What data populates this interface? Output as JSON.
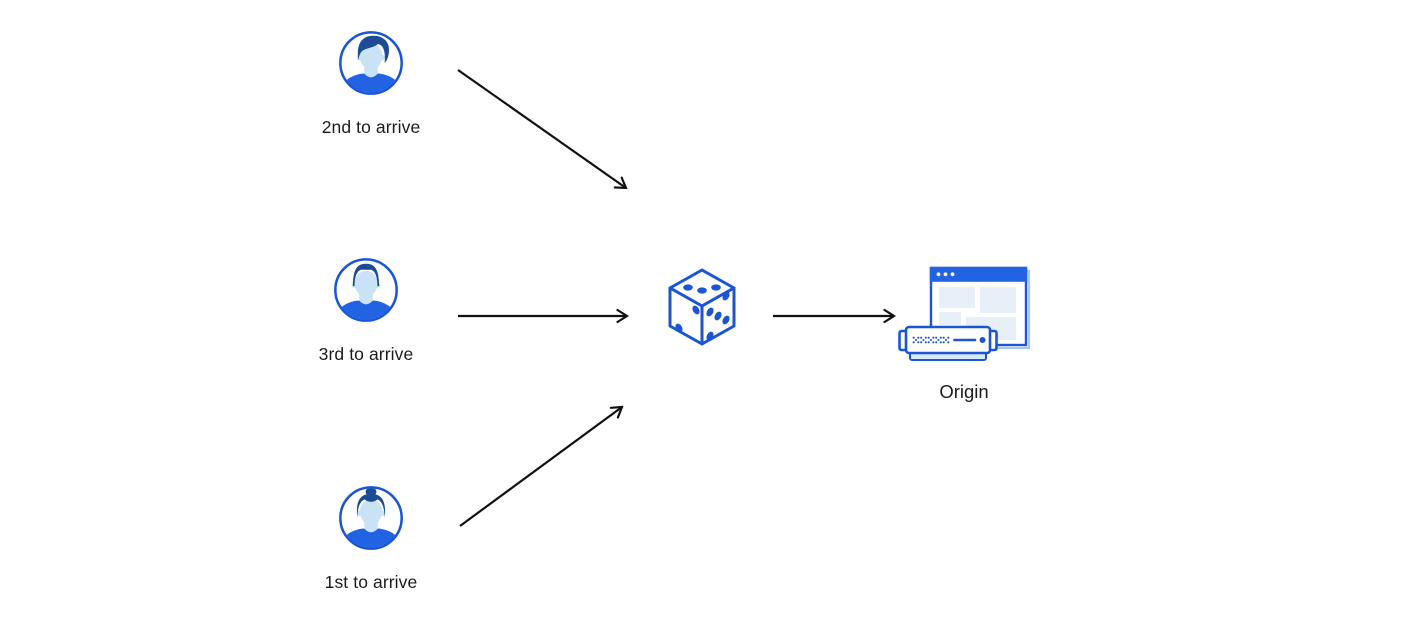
{
  "diagram": {
    "clients": [
      {
        "label": "2nd to arrive",
        "icon": "user-avatar-male-swept-hair-icon"
      },
      {
        "label": "3rd to arrive",
        "icon": "user-avatar-male-short-hair-icon"
      },
      {
        "label": "1st to arrive",
        "icon": "user-avatar-female-bun-hair-icon"
      }
    ],
    "selector": {
      "icon": "dice-icon",
      "faces": {
        "top_dots": 3,
        "left_dots": 2,
        "right_dots": 5
      }
    },
    "origin": {
      "label": "Origin",
      "icon": "origin-browser-window-server-icon"
    },
    "arrows": [
      {
        "name": "client-2nd-to-dice",
        "direction": "down-right"
      },
      {
        "name": "client-3rd-to-dice",
        "direction": "right"
      },
      {
        "name": "client-1st-to-dice",
        "direction": "up-right"
      },
      {
        "name": "dice-to-origin",
        "direction": "right"
      }
    ],
    "colors": {
      "line_blue": "#1A55D6",
      "solid_blue": "#2263E3",
      "hair_navy": "#1D4C95",
      "skin_light_blue": "#C9E2F5",
      "panel_light_blue": "#E7F0F9",
      "server_base_blue": "#D8E9F8",
      "window_shadow_blue": "#A9C7EE",
      "arrow_black": "#111111",
      "text_color": "#1B1B1D",
      "background": "#FFFFFF"
    }
  }
}
